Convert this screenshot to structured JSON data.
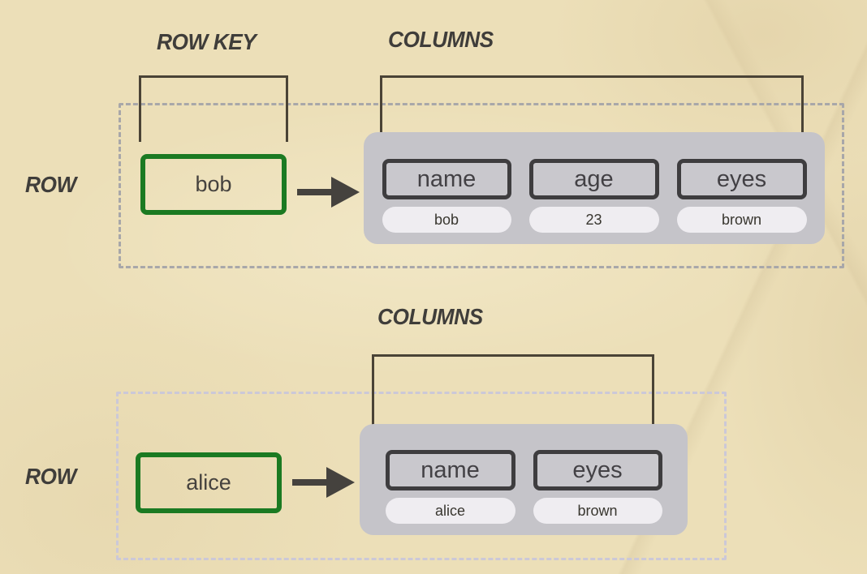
{
  "colors": {
    "paper": "#ecdfb8",
    "panel": "#c5c4c9",
    "header_fill": "#c9c8cd",
    "header_border": "#3e3d3f",
    "pill": "#efedf1",
    "key_border": "#1b7a22",
    "text_dark": "#45423e",
    "bracket": "#4a4336",
    "dash_top": "#a8a7a9",
    "dash_bottom": "#cbc8d8",
    "label_color": "#3f3d3a"
  },
  "diagram": {
    "top_row": {
      "row_label": "ROW",
      "row_key_label": "ROW KEY",
      "columns_label": "COLUMNS",
      "row_key": "bob",
      "columns": [
        {
          "name": "name",
          "value": "bob"
        },
        {
          "name": "age",
          "value": "23"
        },
        {
          "name": "eyes",
          "value": "brown"
        }
      ]
    },
    "bottom_row": {
      "row_label": "ROW",
      "columns_label": "COLUMNS",
      "row_key": "alice",
      "columns": [
        {
          "name": "name",
          "value": "alice"
        },
        {
          "name": "eyes",
          "value": "brown"
        }
      ]
    }
  }
}
